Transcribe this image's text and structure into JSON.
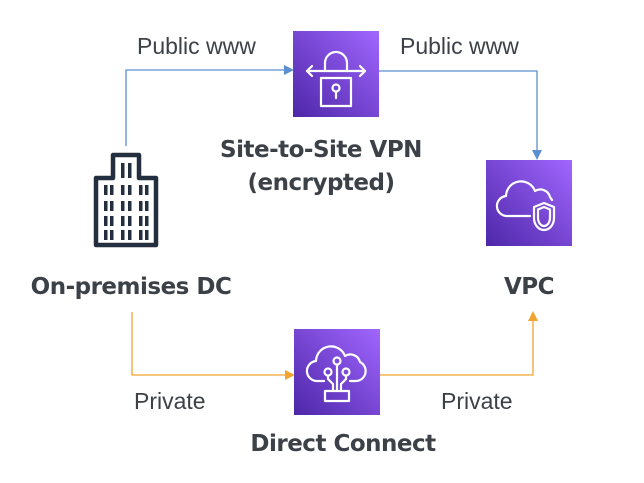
{
  "nodes": {
    "onprem": {
      "label": "On-premises DC",
      "icon": "office-building-icon"
    },
    "vpn": {
      "label_line1": "Site-to-Site VPN",
      "label_line2": "(encrypted)",
      "icon": "vpn-padlock-icon"
    },
    "vpc": {
      "label": "VPC",
      "icon": "cloud-shield-icon"
    },
    "dx": {
      "label": "Direct Connect",
      "icon": "cloud-circuit-icon"
    }
  },
  "edges": {
    "public_left": {
      "label": "Public www",
      "color": "#5a8fd0"
    },
    "public_right": {
      "label": "Public www",
      "color": "#5a8fd0"
    },
    "private_left": {
      "label": "Private",
      "color": "#f0a530"
    },
    "private_right": {
      "label": "Private",
      "color": "#f0a530"
    }
  },
  "colors": {
    "service_gradient_start": "#4d27a8",
    "service_gradient_end": "#a166ff",
    "text": "#3c4148",
    "building": "#232f3e"
  }
}
